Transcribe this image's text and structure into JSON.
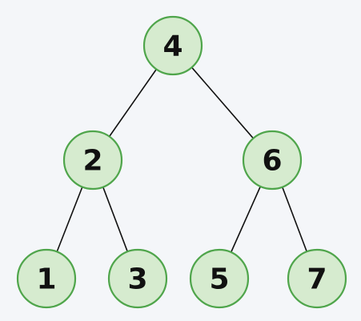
{
  "diagram": {
    "type": "binary-tree",
    "colors": {
      "background": "#f4f6f9",
      "node_fill": "#d6ebcf",
      "node_stroke": "#4fa54b",
      "edge": "#111111",
      "label": "#111111"
    },
    "nodes": [
      {
        "id": "n4",
        "label": "4"
      },
      {
        "id": "n2",
        "label": "2"
      },
      {
        "id": "n6",
        "label": "6"
      },
      {
        "id": "n1",
        "label": "1"
      },
      {
        "id": "n3",
        "label": "3"
      },
      {
        "id": "n5",
        "label": "5"
      },
      {
        "id": "n7",
        "label": "7"
      }
    ],
    "edges": [
      {
        "from": "n4",
        "to": "n2"
      },
      {
        "from": "n4",
        "to": "n6"
      },
      {
        "from": "n2",
        "to": "n1"
      },
      {
        "from": "n2",
        "to": "n3"
      },
      {
        "from": "n6",
        "to": "n5"
      },
      {
        "from": "n6",
        "to": "n7"
      }
    ]
  }
}
